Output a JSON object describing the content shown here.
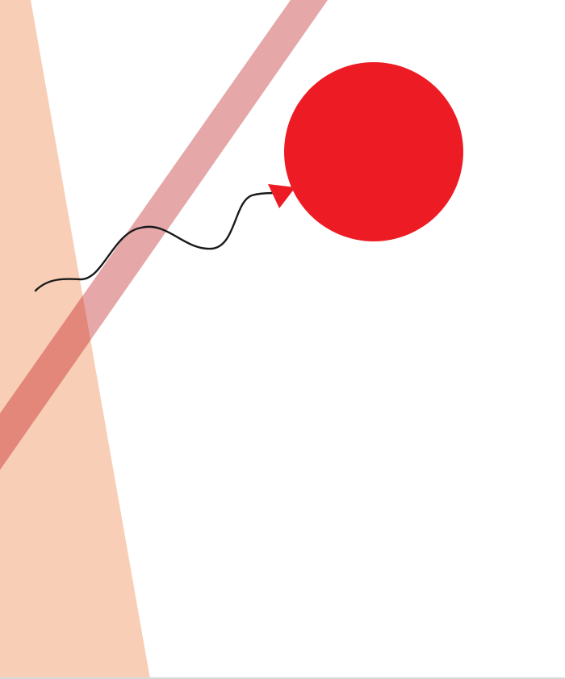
{
  "artwork": {
    "colors": {
      "background": "#ffffff",
      "peach_band": "#f8cfb6",
      "rose_stripe": "#e5a7a8",
      "overlap": "#e2877a",
      "balloon": "#ed1c24",
      "string": "#1a1a1a",
      "frame_edge": "#d9d9d9"
    },
    "shapes": [
      "peach-band",
      "rose-stripe",
      "red-balloon",
      "balloon-knot",
      "balloon-string"
    ]
  }
}
